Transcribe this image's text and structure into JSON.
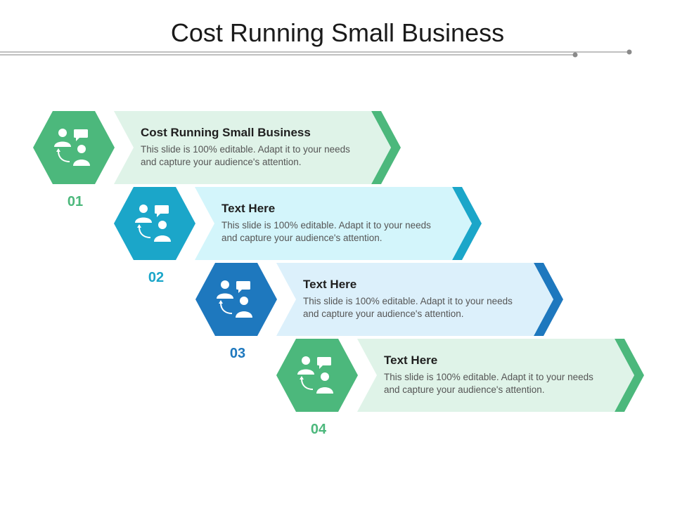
{
  "slide": {
    "title": "Cost Running Small Business"
  },
  "colors": {
    "green": "#4cb87c",
    "teal": "#1ba6c9",
    "blue": "#1e78be",
    "green_light": "#dff3e8",
    "teal_light": "#d3f5fb",
    "blue_light": "#dcf0fb",
    "rule": "#9b9b9b"
  },
  "steps": [
    {
      "number": "01",
      "title": "Cost Running Small Business",
      "description": "This slide is 100% editable. Adapt it to your needs and capture your audience's attention.",
      "icon": "people-conversation-icon",
      "color": "#4cb87c",
      "light_color": "#dff3e8"
    },
    {
      "number": "02",
      "title": "Text Here",
      "description": "This slide is 100% editable. Adapt it to your needs and capture your audience's attention.",
      "icon": "people-conversation-icon",
      "color": "#1ba6c9",
      "light_color": "#d3f5fb"
    },
    {
      "number": "03",
      "title": "Text Here",
      "description": "This slide is 100% editable. Adapt it to your needs and capture your audience's attention.",
      "icon": "people-conversation-icon",
      "color": "#1e78be",
      "light_color": "#dcf0fb"
    },
    {
      "number": "04",
      "title": "Text Here",
      "description": "This slide is 100% editable. Adapt it to your needs and capture your audience's attention.",
      "icon": "people-conversation-icon",
      "color": "#4cb87c",
      "light_color": "#dff3e8"
    }
  ]
}
